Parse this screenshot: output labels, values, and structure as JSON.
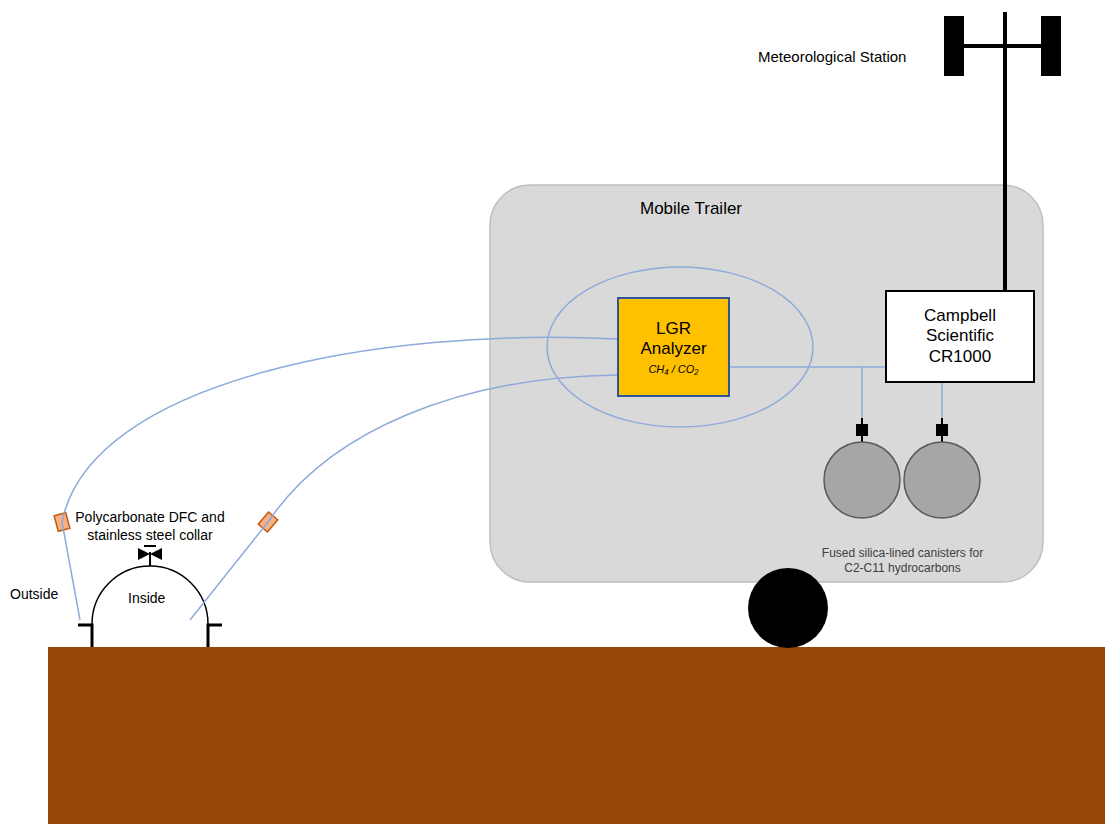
{
  "diagram": {
    "nodes": [
      {
        "text": [
          "Mobile Trailer"
        ]
      },
      {
        "text": [
          "Campbell Scientific CR1000"
        ],
        "in": 0
      },
      {
        "text": [
          "LGR Analyzer",
          "CH₄ / CO₂"
        ],
        "in": 0
      },
      {
        "text": [
          "Fused silica-lined canisters for C2-C11 hydrocarbons"
        ],
        "in": 0
      },
      {
        "text": [
          "Polycarbonate DFC and stainless steel collar"
        ]
      }
    ],
    "edges": [
      {
        "from": 4,
        "to": 2,
        "arrow": "none"
      },
      {
        "from": 4,
        "to": 2,
        "arrow": "none"
      },
      {
        "from": 2,
        "to": 3,
        "arrow": "none"
      }
    ],
    "labels": [
      "Meteorological Station",
      "Outside",
      "Inside"
    ]
  }
}
